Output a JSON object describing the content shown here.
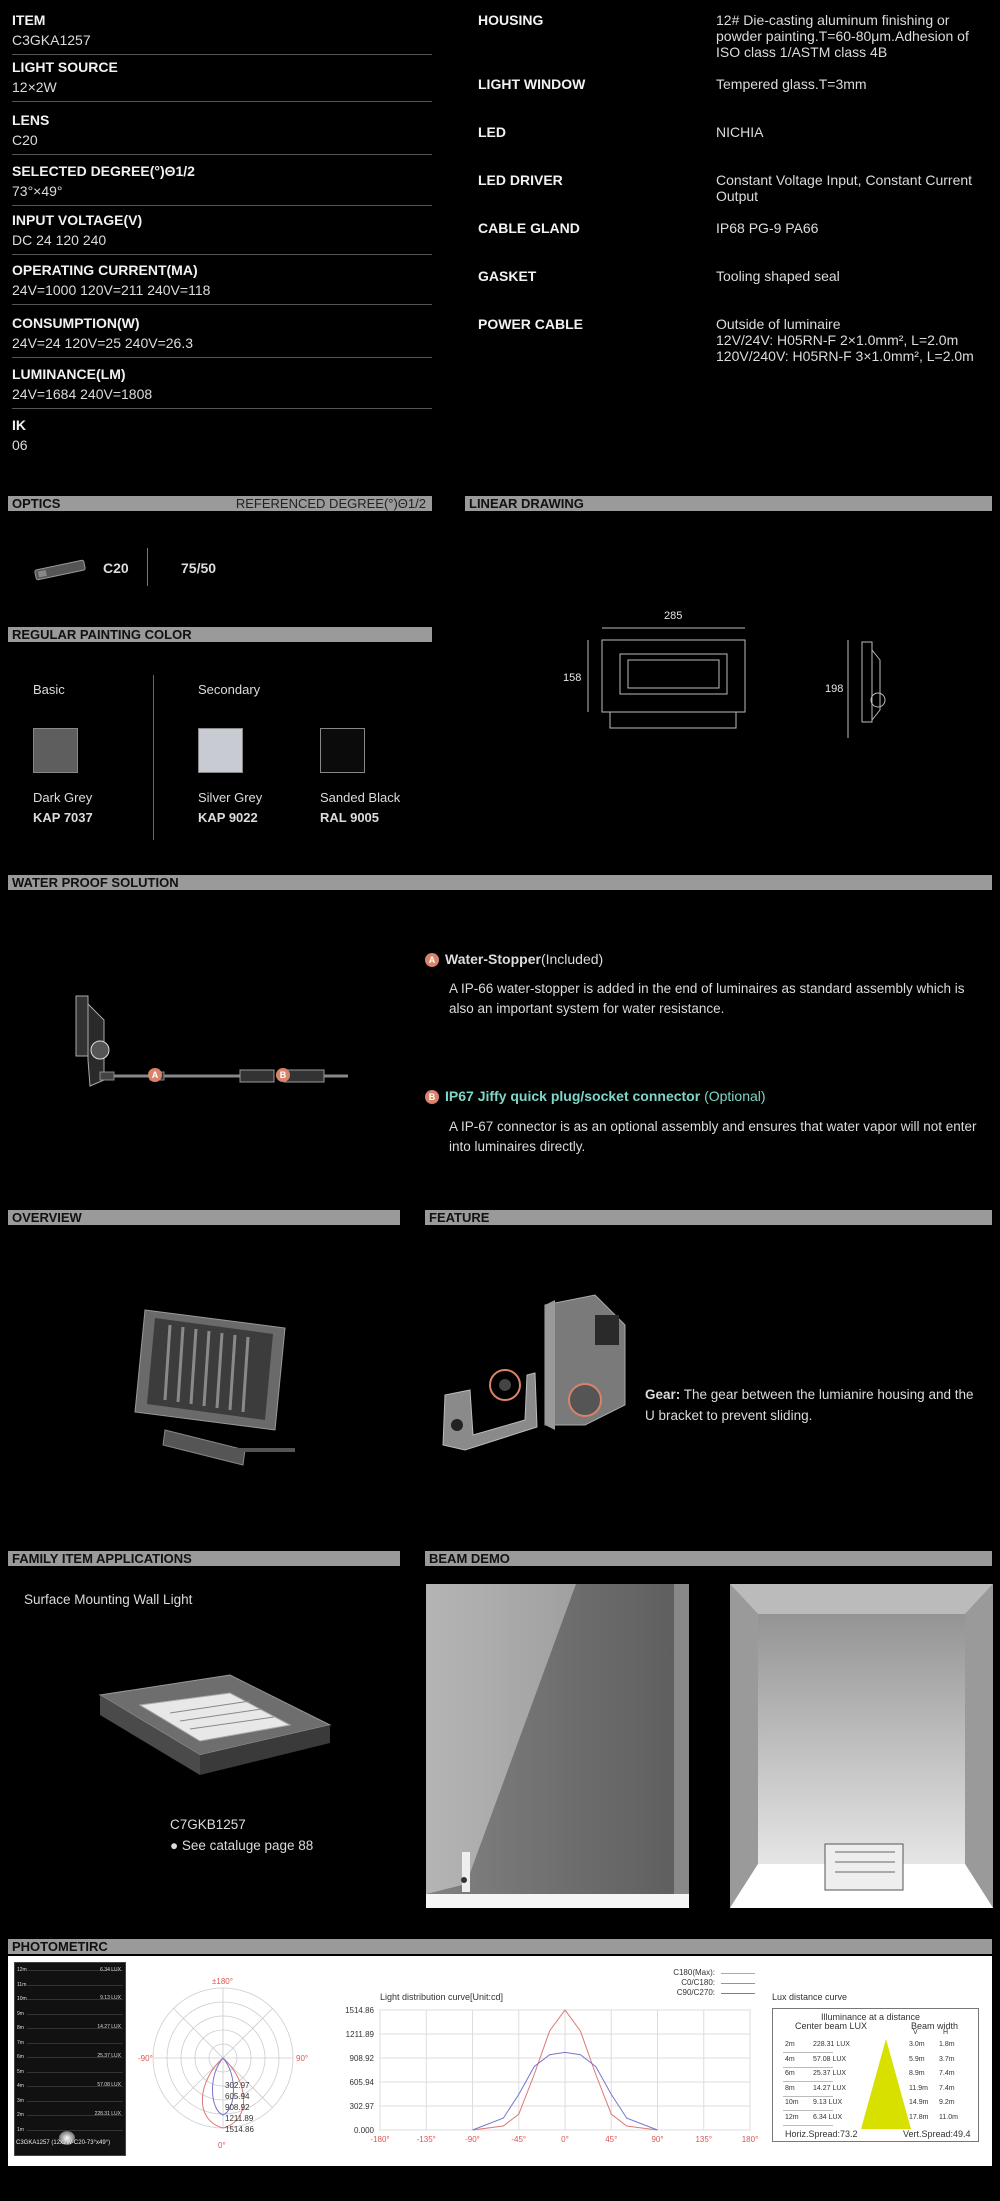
{
  "specs_left": [
    {
      "label": "ITEM",
      "value": "C3GKA1257"
    },
    {
      "label": "LIGHT SOURCE",
      "value": "12×2W"
    },
    {
      "label": "LENS",
      "value": "C20"
    },
    {
      "label": "SELECTED DEGREE(°)Θ1/2",
      "value": "73°×49°"
    },
    {
      "label": "INPUT VOLTAGE(V)",
      "value": "DC 24  120  240"
    },
    {
      "label": "OPERATING CURRENT(MA)",
      "value": "24V=1000  120V=211  240V=118"
    },
    {
      "label": "CONSUMPTION(W)",
      "value": "24V=24  120V=25  240V=26.3"
    },
    {
      "label": "LUMINANCE(LM)",
      "value": "24V=1684  240V=1808"
    },
    {
      "label": "IK",
      "value": "06"
    }
  ],
  "specs_right": [
    {
      "label": "HOUSING",
      "value": "12# Die-casting aluminum finishing or powder painting.T=60-80μm.Adhesion of ISO class 1/ASTM class 4B"
    },
    {
      "label": "LIGHT WINDOW",
      "value": "Tempered  glass.T=3mm"
    },
    {
      "label": "LED",
      "value": "NICHIA"
    },
    {
      "label": "LED DRIVER",
      "value": "Constant Voltage Input, Constant Current Output"
    },
    {
      "label": "CABLE GLAND",
      "value": "IP68 PG-9 PA66"
    },
    {
      "label": "GASKET",
      "value": "Tooling shaped seal"
    },
    {
      "label": "POWER CABLE",
      "value": "Outside of luminaire\n12V/24V: H05RN-F 2×1.0mm², L=2.0m\n120V/240V: H05RN-F 3×1.0mm², L=2.0m"
    }
  ],
  "optics": {
    "title": "OPTICS",
    "right": "REFERENCED DEGREE(°)Θ1/2",
    "lens": "C20",
    "degree": "75/50"
  },
  "linear": {
    "title": "LINEAR DRAWING",
    "width": "285",
    "height": "158",
    "depth": "198"
  },
  "painting": {
    "title": "REGULAR PAINTING COLOR",
    "basic": "Basic",
    "secondary": "Secondary",
    "colors": [
      {
        "name": "Dark Grey",
        "code": "KAP 7037",
        "hex": "#5e5e5e"
      },
      {
        "name": "Silver Grey",
        "code": "KAP 9022",
        "hex": "#c8ccd2"
      },
      {
        "name": "Sanded Black",
        "code": "RAL 9005",
        "hex": "#0b0b0b"
      }
    ]
  },
  "waterproof": {
    "title": "WATER PROOF SOLUTION",
    "a_badge": "A",
    "a_title": "Water-Stopper",
    "a_suffix": "(Included)",
    "a_text": "A IP-66 water-stopper is added in the end of luminaires as standard assembly which is also an important system for water resistance.",
    "b_badge": "B",
    "b_title": "IP67 Jiffy quick plug/socket connector",
    "b_suffix": " (Optional)",
    "b_text": "A IP-67 connector is as an optional assembly and ensures that water vapor will not enter into luminaires directly."
  },
  "overview": {
    "title": "OVERVIEW"
  },
  "feature": {
    "title": "FEATURE",
    "gear_label": "Gear:",
    "gear_text": " The gear between the lumianire housing and the U bracket to prevent sliding."
  },
  "family": {
    "title": "FAMILY ITEM APPLICATIONS",
    "subtitle": "Surface Mounting Wall Light",
    "item": "C7GKB1257",
    "see": "● See cataluge page 88"
  },
  "beam": {
    "title": "BEAM DEMO"
  },
  "photometric": {
    "title": "PHOTOMETIRC",
    "iso_caption": "C3GKA1257 (12x2W-C20-73°x49°)",
    "iso_rows": [
      "12m",
      "11m",
      "10m",
      "9m",
      "8m",
      "7m",
      "6m",
      "5m",
      "4m",
      "3m",
      "2m",
      "1m"
    ],
    "iso_lux": [
      "6.34 LUX",
      "9.13 LUX",
      "14.27 LUX",
      "25.37 LUX",
      "57.08 LUX",
      "228.31 LUX"
    ],
    "polar_labels": {
      "top": "±180°",
      "left": "-90°",
      "right": "90°",
      "bottom": "0°"
    },
    "polar_values": [
      "302.97",
      "605.94",
      "908.92",
      "1211.89",
      "1514.86"
    ],
    "curve_title": "Light distribution curve[Unit:cd]",
    "legend": [
      "C180(Max):",
      "C0/C180:",
      "C90/C270:"
    ],
    "y_ticks": [
      "1514.86",
      "1211.89",
      "908.92",
      "605.94",
      "302.97",
      "0.000"
    ],
    "x_ticks": [
      "-180°",
      "-135°",
      "-90°",
      "-45°",
      "0°",
      "45°",
      "90°",
      "135°",
      "180°"
    ],
    "lux_title": "Lux distance curve",
    "lux_header": "Illuminance at a distance",
    "lux_cols": [
      "Center beam LUX",
      "Beam width",
      "V",
      "H"
    ],
    "lux_rows": [
      {
        "d": "2m",
        "lux": "228.31 LUX",
        "v": "3.0m",
        "h": "1.8m"
      },
      {
        "d": "4m",
        "lux": "57.08 LUX",
        "v": "5.9m",
        "h": "3.7m"
      },
      {
        "d": "6m",
        "lux": "25.37 LUX",
        "v": "8.9m",
        "h": "7.4m"
      },
      {
        "d": "8m",
        "lux": "14.27 LUX",
        "v": "11.9m",
        "h": "7.4m"
      },
      {
        "d": "10m",
        "lux": "9.13 LUX",
        "v": "14.9m",
        "h": "9.2m"
      },
      {
        "d": "12m",
        "lux": "6.34 LUX",
        "v": "17.8m",
        "h": "11.0m"
      }
    ],
    "horiz": "Horiz.Spread:73.2",
    "vert": "Vert.Spread:49.4"
  },
  "chart_data": {
    "type": "line",
    "title": "Light distribution curve[Unit:cd]",
    "x": [
      -90,
      -60,
      -45,
      -30,
      -15,
      0,
      15,
      30,
      45,
      60,
      90
    ],
    "series": [
      {
        "name": "C0/C180:",
        "values": [
          0,
          50,
          200,
          700,
          1250,
          1514.86,
          1250,
          700,
          200,
          50,
          0
        ]
      },
      {
        "name": "C90/C270:",
        "values": [
          0,
          150,
          450,
          800,
          950,
          980,
          950,
          800,
          450,
          150,
          0
        ]
      }
    ],
    "ylim": [
      0,
      1514.86
    ],
    "xlim": [
      -180,
      180
    ]
  },
  "colors": {
    "bg": "#000000",
    "bar": "#9a9a9a",
    "accent_b": "#7fd6c8",
    "badge": "#d9836b"
  }
}
